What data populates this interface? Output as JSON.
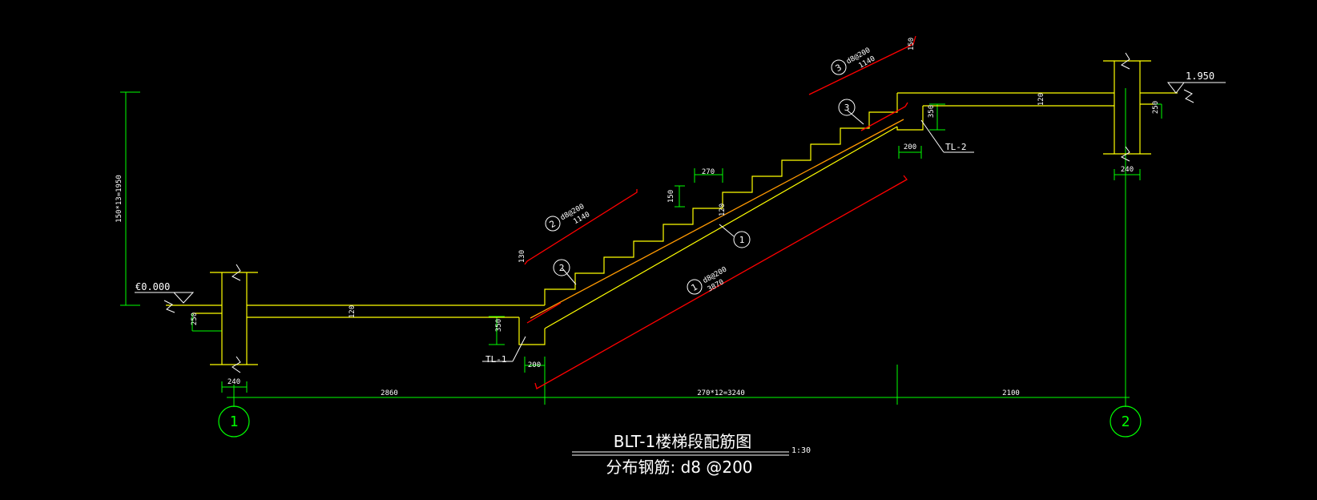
{
  "drawing": {
    "title": "BLT-1楼梯段配筋图",
    "scale": "1:30",
    "subtitle": "分布钢筋: d8 @200",
    "colors": {
      "background": "#000000",
      "concrete": "#ffff00",
      "rebar": "#ff0000",
      "dimension": "#00ff00",
      "text": "#ffffff",
      "leader": "#ffffff"
    },
    "axes": [
      {
        "label": "1"
      },
      {
        "label": "2"
      }
    ],
    "elevations": {
      "lower": "€0.000",
      "upper": "1.950"
    },
    "dimensions": {
      "height_total": "150*13=1950",
      "bottom_left": "2860",
      "bottom_mid": "270*12=3240",
      "bottom_right": "2100",
      "wall_left": "240",
      "wall_right": "240",
      "slab_left": "120",
      "slab_right": "120",
      "beam_left_h": "350",
      "beam_right_h": "350",
      "beam_left_w": "200",
      "beam_right_w": "200",
      "ledge_left": "250",
      "ledge_right": "250",
      "step_w": "270",
      "step_h": "150",
      "slab_thk": "120",
      "bar_end": "130",
      "bar_end_top": "150"
    },
    "beams": {
      "left": "TL-1",
      "right": "TL-2"
    },
    "rebars": [
      {
        "id": "1",
        "spec": "d8@200",
        "length": "3870"
      },
      {
        "id": "2",
        "spec": "d8@200",
        "length": "1140"
      },
      {
        "id": "3",
        "spec": "d8@200",
        "length": "1140"
      }
    ]
  }
}
